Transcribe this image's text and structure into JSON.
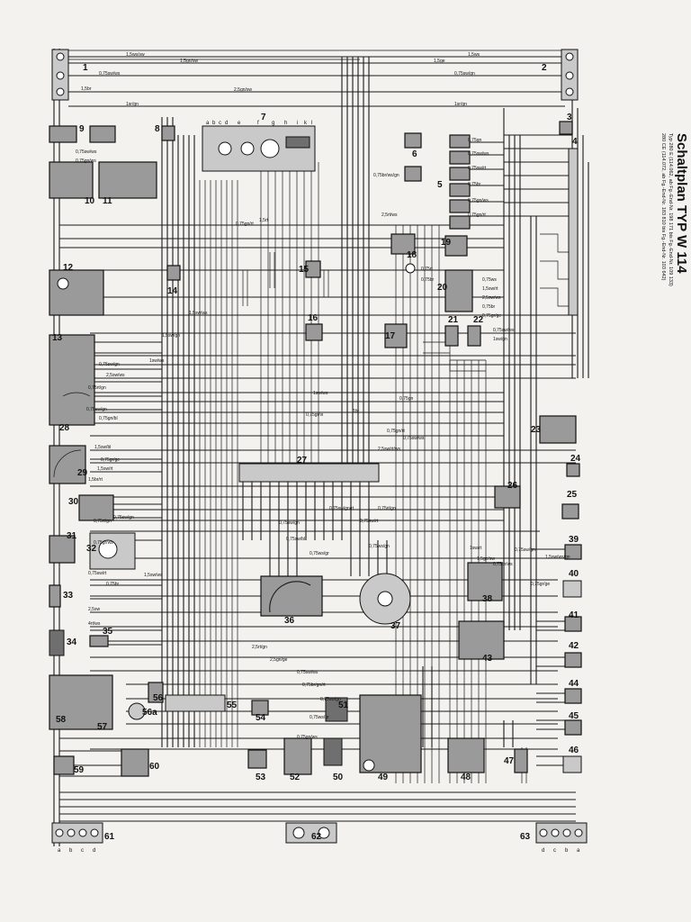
{
  "title": "Schaltplan TYP W 114",
  "subtitle_lines": [
    "Typ 280 E (114.062, ab Fg.-End-Nr. 198 171 bis Fg.-End-Nr. 109 133)",
    "280 CE (114.072, ab Fg.-End-Nr. 183 810 bis Fg.-End-Nr. 103 642)"
  ],
  "components": [
    {
      "id": "1",
      "label": "1"
    },
    {
      "id": "2",
      "label": "2"
    },
    {
      "id": "3",
      "label": "3"
    },
    {
      "id": "4",
      "label": "4"
    },
    {
      "id": "5",
      "label": "5"
    },
    {
      "id": "6",
      "label": "6"
    },
    {
      "id": "7",
      "label": "7"
    },
    {
      "id": "8",
      "label": "8"
    },
    {
      "id": "9",
      "label": "9"
    },
    {
      "id": "10",
      "label": "10"
    },
    {
      "id": "11",
      "label": "11"
    },
    {
      "id": "12",
      "label": "12"
    },
    {
      "id": "13",
      "label": "13"
    },
    {
      "id": "14",
      "label": "14"
    },
    {
      "id": "15",
      "label": "15"
    },
    {
      "id": "16",
      "label": "16"
    },
    {
      "id": "17",
      "label": "17"
    },
    {
      "id": "18",
      "label": "18"
    },
    {
      "id": "19",
      "label": "19"
    },
    {
      "id": "20",
      "label": "20"
    },
    {
      "id": "21",
      "label": "21"
    },
    {
      "id": "22",
      "label": "22"
    },
    {
      "id": "23",
      "label": "23"
    },
    {
      "id": "24",
      "label": "24"
    },
    {
      "id": "25",
      "label": "25"
    },
    {
      "id": "26",
      "label": "26"
    },
    {
      "id": "27",
      "label": "27"
    },
    {
      "id": "28",
      "label": "28"
    },
    {
      "id": "29",
      "label": "29"
    },
    {
      "id": "30",
      "label": "30"
    },
    {
      "id": "31",
      "label": "31"
    },
    {
      "id": "32",
      "label": "32"
    },
    {
      "id": "33",
      "label": "33"
    },
    {
      "id": "34",
      "label": "34"
    },
    {
      "id": "35",
      "label": "35"
    },
    {
      "id": "36",
      "label": "36"
    },
    {
      "id": "37",
      "label": "37"
    },
    {
      "id": "38",
      "label": "38"
    },
    {
      "id": "39",
      "label": "39"
    },
    {
      "id": "40",
      "label": "40"
    },
    {
      "id": "41",
      "label": "41"
    },
    {
      "id": "42",
      "label": "42"
    },
    {
      "id": "43",
      "label": "43"
    },
    {
      "id": "44",
      "label": "44"
    },
    {
      "id": "45",
      "label": "45"
    },
    {
      "id": "46",
      "label": "46"
    },
    {
      "id": "47",
      "label": "47"
    },
    {
      "id": "48",
      "label": "48"
    },
    {
      "id": "49",
      "label": "49"
    },
    {
      "id": "50",
      "label": "50"
    },
    {
      "id": "51",
      "label": "51"
    },
    {
      "id": "52",
      "label": "52"
    },
    {
      "id": "53",
      "label": "53"
    },
    {
      "id": "54",
      "label": "54"
    },
    {
      "id": "55",
      "label": "55"
    },
    {
      "id": "56",
      "label": "56"
    },
    {
      "id": "56a",
      "label": "56a"
    },
    {
      "id": "57",
      "label": "57"
    },
    {
      "id": "58",
      "label": "58"
    },
    {
      "id": "59",
      "label": "59"
    },
    {
      "id": "60",
      "label": "60"
    },
    {
      "id": "61",
      "label": "61"
    },
    {
      "id": "62",
      "label": "62"
    },
    {
      "id": "63",
      "label": "63"
    }
  ],
  "connector_letters_7": [
    "a",
    "b",
    "c",
    "d",
    "e",
    "f",
    "g",
    "h",
    "i",
    "k",
    "l"
  ],
  "connector_letters_61": [
    "a",
    "b",
    "c",
    "d"
  ],
  "connector_letters_63": [
    "d",
    "c",
    "b",
    "a"
  ],
  "wire_labels": [
    "1,5ws/sw",
    "1,5gn/sw",
    "0,75sw/ws",
    "1,5br",
    "2,5gn/sw",
    "1sr/gn",
    "1,5ws",
    "1,5ge",
    "0,75sw/gn",
    "1sr/gn",
    "0,75gn",
    "0,75sw/ws",
    "0,75sw/rt",
    "0,75br",
    "0,75gn/ws",
    "0,75gn/rt",
    "0,75br/ws/gn",
    "0,75sw/ws",
    "0,75gn/ws",
    "1,5sw/ws",
    "1,5sw/gn",
    "0,75gn/rt",
    "1,5rt",
    "2,5rt/ws",
    "1sw/ws",
    "0,75sw/gn",
    "2,5sw/ws",
    "0,75rt/gn",
    "0,75sw/gn",
    "0,75gn/bl",
    "1,5sw/bl",
    "0,75gr/ge",
    "1,5sw/rt",
    "1,5br/rt",
    "0,75rt/gn",
    "0,75gr/ws",
    "0,75sw/gn",
    "0,75rt",
    "0,75br",
    "0,75ws",
    "1,5sw/rt",
    "2,5sw/ws",
    "0,75br",
    "0,75gr/ge",
    "0,75sw/ws",
    "1sw/gn",
    "1sw/ws",
    "0,75gr/vi",
    "1br",
    "0,75gn/rt",
    "0,75sw/ws",
    "2,5sw/rt/ws",
    "0,75gn",
    "0,75sw/gn/rt",
    "0,75sw/rt",
    "0,75rt/gn",
    "0,75sw/gn",
    "0,75sw/bl",
    "0,75ws/gr",
    "0,75ws/gn",
    "1sw/rt",
    "1,5ge/sw",
    "0,75br/ws",
    "0,75sw/gn",
    "1,5sw/ws/gn",
    "0,75gr/ge",
    "0,75sw/rt",
    "0,75br",
    "2,5sw",
    "4rt/ws",
    "1,5sw/ws",
    "2,5rt/gn",
    "2,5gn/ge",
    "0,75sw/ws",
    "0,75br/gn/rt",
    "0,75sw/gn",
    "0,75ws/gr",
    "0,75gn/ws"
  ]
}
